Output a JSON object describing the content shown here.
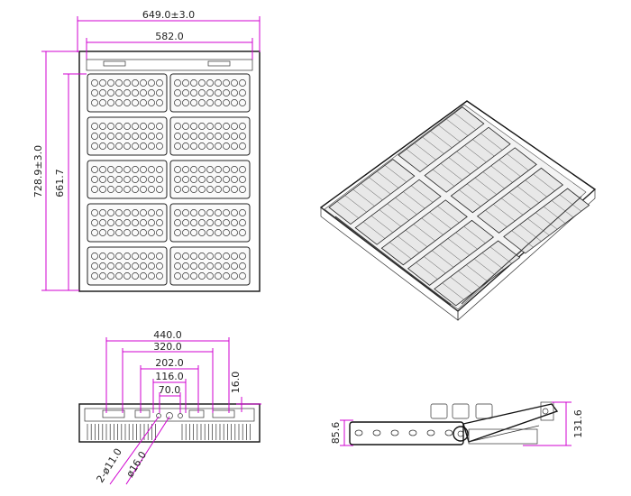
{
  "dimensions": {
    "overall_width": "649.0±3.0",
    "inner_width": "582.0",
    "overall_height": "728.9±3.0",
    "inner_height": "661.7",
    "bottom_440": "440.0",
    "bottom_320": "320.0",
    "bottom_202": "202.0",
    "bottom_116": "116.0",
    "bottom_70": "70.0",
    "bottom_16": "16.0",
    "hole_small": "2-ø11.0",
    "hole_large": "ø16.0",
    "side_85": "85.6",
    "side_131": "131.6"
  },
  "colors": {
    "dimension_line": "#d000d0",
    "outline": "#111111"
  }
}
